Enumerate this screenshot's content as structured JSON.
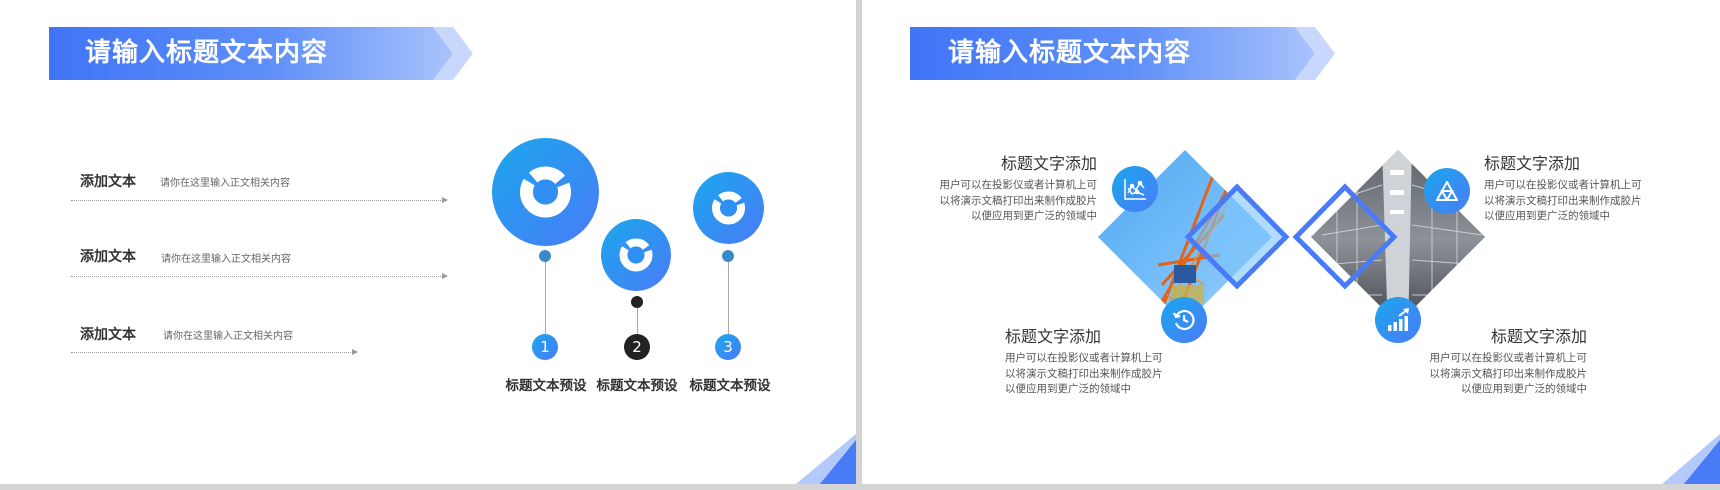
{
  "slide_left": {
    "title": "请输入标题文本内容",
    "rows": [
      {
        "label": "添加文本",
        "text": "请你在这里输入正文相关内容"
      },
      {
        "label": "添加文本",
        "text": "请你在这里输入正文相关内容"
      },
      {
        "label": "添加文本",
        "text": "请你在这里输入正文相关内容"
      }
    ],
    "steps": [
      {
        "number": "1",
        "label": "标题文本预设"
      },
      {
        "number": "2",
        "label": "标题文本预设"
      },
      {
        "number": "3",
        "label": "标题文本预设"
      }
    ]
  },
  "slide_right": {
    "title": "请输入标题文本内容",
    "blocks": [
      {
        "heading": "标题文字添加",
        "lines": [
          "用户可以在投影仪或者计算机上可",
          "以将演示文稿打印出来制作成胶片",
          "以便应用到更广泛的领域中"
        ],
        "icon": "line-chart-icon"
      },
      {
        "heading": "标题文字添加",
        "lines": [
          "用户可以在投影仪或者计算机上可",
          "以将演示文稿打印出来制作成胶片",
          "以便应用到更广泛的领域中"
        ],
        "icon": "triangle-icon"
      },
      {
        "heading": "标题文字添加",
        "lines": [
          "用户可以在投影仪或者计算机上可",
          "以将演示文稿打印出来制作成胶片",
          "以便应用到更广泛的领域中"
        ],
        "icon": "history-icon"
      },
      {
        "heading": "标题文字添加",
        "lines": [
          "用户可以在投影仪或者计算机上可",
          "以将演示文稿打印出来制作成胶片",
          "以便应用到更广泛的领域中"
        ],
        "icon": "bar-chart-icon"
      }
    ]
  },
  "colors": {
    "accent": "#4a7bf7",
    "accent_light": "#1aa7ec",
    "dark": "#222222"
  }
}
